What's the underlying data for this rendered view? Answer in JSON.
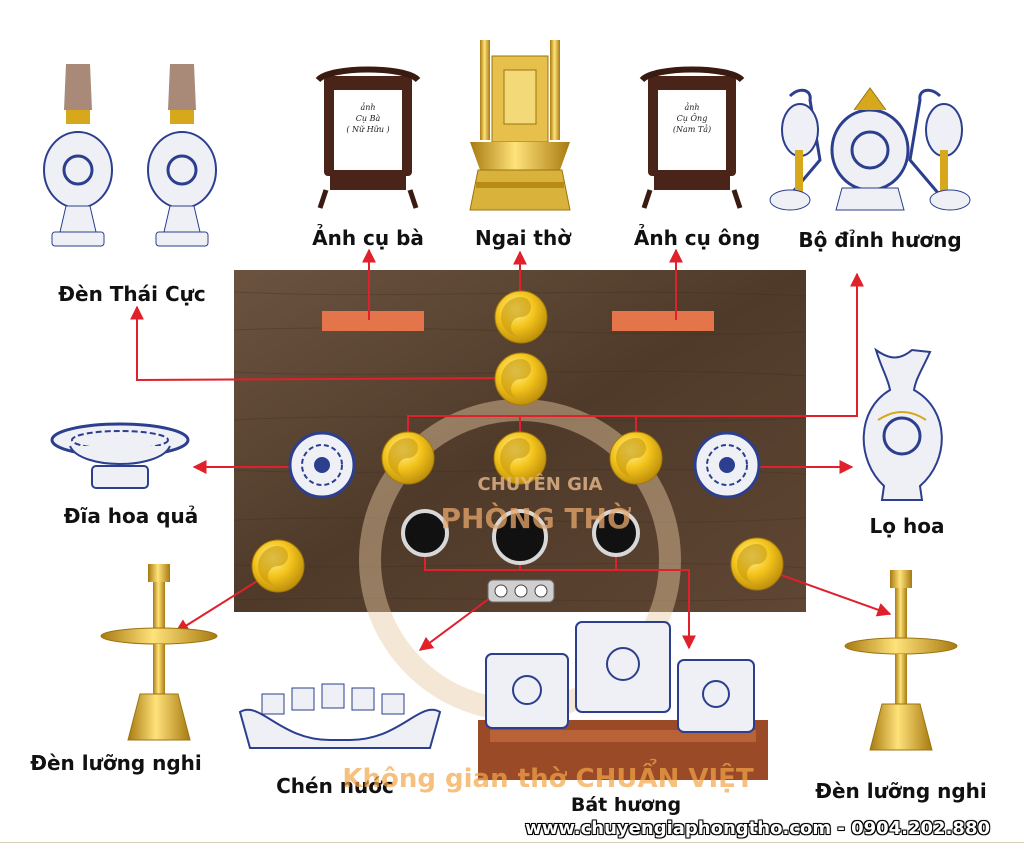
{
  "labels": {
    "den_thai_cuc": "Đèn Thái Cực",
    "anh_cu_ba": "Ảnh cụ bà",
    "ngai_tho": "Ngai thờ",
    "anh_cu_ong": "Ảnh cụ ông",
    "bo_dinh_huong": "Bộ đỉnh hương",
    "dia_hoa_qua": "Đĩa hoa quả",
    "lo_hoa": "Lọ hoa",
    "den_luong_nghi_left": "Đèn lưỡng nghi",
    "den_luong_nghi_right": "Đèn lưỡng nghi",
    "chen_nuoc": "Chén nước",
    "bat_huong": "Bát hương"
  },
  "portrait_ba": {
    "line1": "ảnh",
    "line2": "Cụ Bà",
    "line3": "( Nữ Hữu )"
  },
  "portrait_ong": {
    "line1": "ảnh",
    "line2": "Cụ Ông",
    "line3": "(Nam Tả)"
  },
  "watermark": {
    "line1": "CHUYÊN GIA",
    "line2": "PHÒNG THỜ",
    "slogan": "Không gian thờ CHUẨN VIỆT"
  },
  "footer": {
    "url": "www.chuyengiaphongtho.com - 0904.202.880"
  },
  "colors": {
    "wood": "#5a4330",
    "arrow": "#e0202a",
    "gold": "#f1c21b",
    "brass": "#d8a81c",
    "porcelain_blue": "#2b3f8e"
  }
}
